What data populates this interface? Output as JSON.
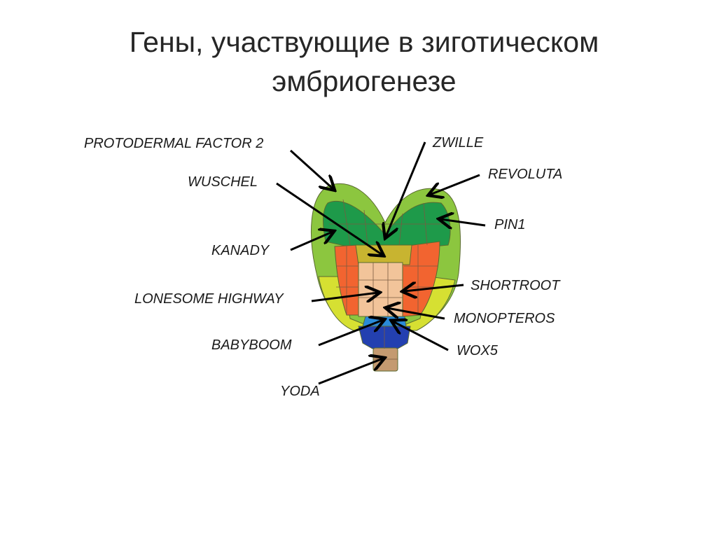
{
  "title": {
    "line1": "Гены, участвующие в зиготическом",
    "line2": "эмбриогенезе"
  },
  "labels": {
    "protodermal": "PROTODERMAL FACTOR 2",
    "zwille": "ZWILLE",
    "revoluta": "REVOLUTA",
    "wuschel": "WUSCHEL",
    "pin1": "PIN1",
    "kanady": "KANADY",
    "shortroot": "SHORTROOT",
    "lonesome": "LONESOME HIGHWAY",
    "monopteros": "MONOPTEROS",
    "babyboom": "BABYBOOM",
    "wox5": "WOX5",
    "yoda": "YODA"
  },
  "colors": {
    "epidermis": "#8cc63f",
    "meristem": "#1e9a4a",
    "olive": "#c8b430",
    "orange": "#f26430",
    "beige": "#f2c49a",
    "yellow": "#d4e030",
    "lightblue": "#2a8ad8",
    "darkblue": "#2340b0",
    "tan": "#c49a70"
  }
}
